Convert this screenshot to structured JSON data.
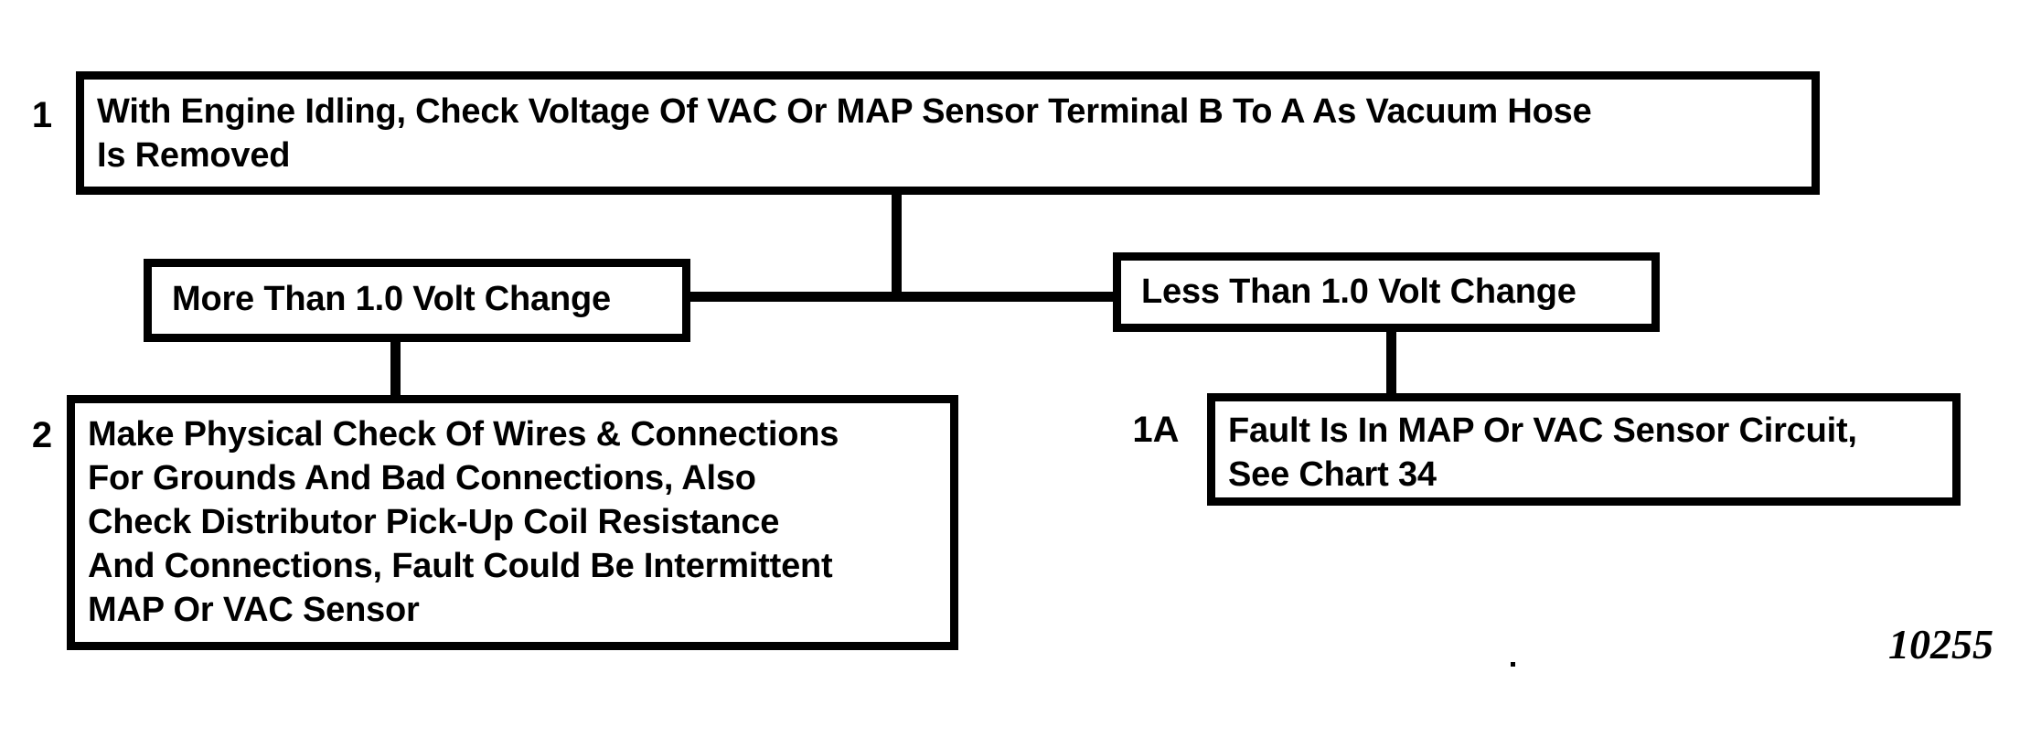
{
  "colors": {
    "ink": "#000000",
    "paper": "#ffffff"
  },
  "flowchart": {
    "step1": {
      "label": "1",
      "lines": [
        "With Engine Idling, Check Voltage Of VAC Or MAP Sensor Terminal B To A As Vacuum Hose",
        "Is Removed"
      ]
    },
    "branch_more": {
      "lines": [
        "More Than 1.0 Volt Change"
      ]
    },
    "branch_less": {
      "lines": [
        "Less Than 1.0 Volt Change"
      ]
    },
    "step2": {
      "label": "2",
      "lines": [
        "Make Physical Check Of Wires & Connections",
        "For Grounds And Bad Connections, Also",
        "Check Distributor Pick-Up Coil Resistance",
        "And Connections, Fault Could Be Intermittent",
        "MAP Or VAC Sensor"
      ]
    },
    "step1a": {
      "label": "1A",
      "lines": [
        "Fault Is In MAP Or VAC Sensor Circuit,",
        "See Chart 34"
      ]
    }
  },
  "figure_number": "10255"
}
